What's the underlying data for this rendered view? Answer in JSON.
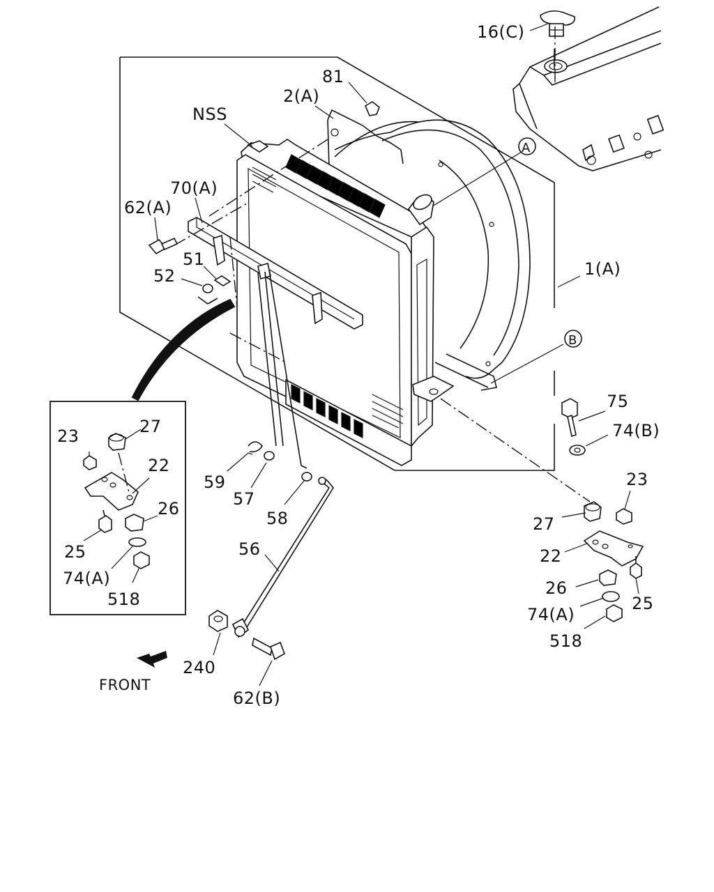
{
  "labels": {
    "p16c": "16(C)",
    "p81": "81",
    "p2a": "2(A)",
    "nss": "NSS",
    "callout_a": "A",
    "p70a": "70(A)",
    "p62a": "62(A)",
    "p51": "51",
    "p52": "52",
    "p1a": "1(A)",
    "callout_b": "B",
    "p75": "75",
    "p74b": "74(B)",
    "d_23": "23",
    "d_27": "27",
    "d_22": "22",
    "d_26": "26",
    "d_25": "25",
    "d_74a": "74(A)",
    "d_518": "518",
    "p59": "59",
    "p57": "57",
    "p58": "58",
    "p56": "56",
    "p240": "240",
    "p62b": "62(B)",
    "front": "FRONT",
    "r_23": "23",
    "r_27": "27",
    "r_22": "22",
    "r_26": "26",
    "r_25": "25",
    "r_74a": "74(A)",
    "r_518": "518"
  },
  "icons": {
    "front_arrow": "front-arrow-icon"
  }
}
